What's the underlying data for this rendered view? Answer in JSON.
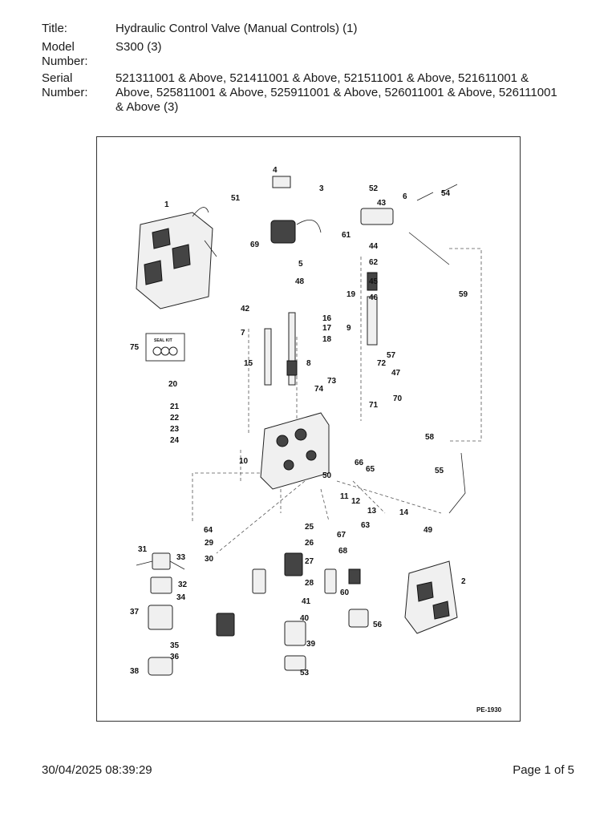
{
  "header": {
    "title_label": "Title:",
    "title_value": "Hydraulic Control Valve (Manual Controls) (1)",
    "model_label_line1": "Model",
    "model_label_line2": "Number:",
    "model_value": "S300 (3)",
    "serial_label_line1": "Serial",
    "serial_label_line2": "Number:",
    "serial_value_line1": "521311001 & Above, 521411001 & Above, 521511001 & Above, 521611001 &",
    "serial_value_line2": "Above, 525811001 & Above, 525911001 & Above, 526011001 & Above, 526111001",
    "serial_value_line3": "& Above (3)"
  },
  "figure": {
    "ref_code": "PE-1930",
    "seal_kit_text": "SEAL KIT",
    "callouts": [
      "1",
      "2",
      "3",
      "4",
      "5",
      "6",
      "7",
      "8",
      "9",
      "10",
      "11",
      "12",
      "13",
      "14",
      "15",
      "16",
      "17",
      "18",
      "19",
      "20",
      "21",
      "22",
      "23",
      "24",
      "25",
      "26",
      "27",
      "28",
      "29",
      "30",
      "31",
      "32",
      "33",
      "34",
      "35",
      "36",
      "37",
      "38",
      "39",
      "40",
      "41",
      "42",
      "43",
      "44",
      "45",
      "46",
      "47",
      "48",
      "49",
      "50",
      "51",
      "52",
      "53",
      "54",
      "55",
      "56",
      "57",
      "58",
      "59",
      "60",
      "61",
      "62",
      "63",
      "64",
      "65",
      "66",
      "67",
      "68",
      "69",
      "70",
      "71",
      "72",
      "73",
      "74",
      "75"
    ]
  },
  "footer": {
    "timestamp": "30/04/2025 08:39:29",
    "page": "Page 1 of 5"
  }
}
